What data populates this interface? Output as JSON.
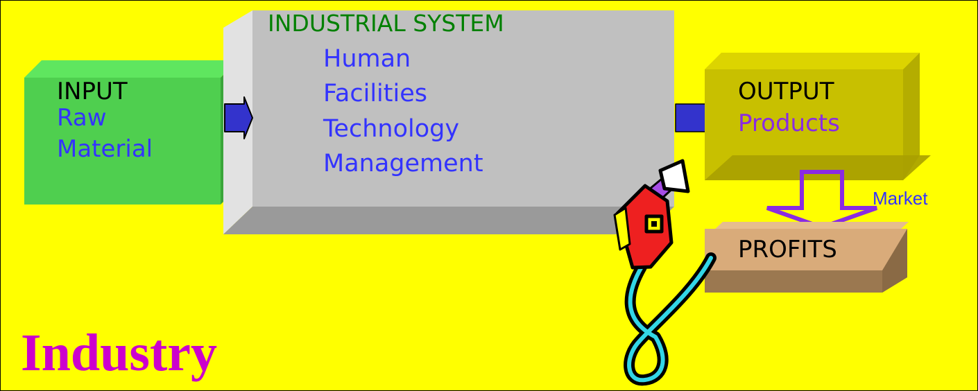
{
  "diagram": {
    "input": {
      "heading": "INPUT",
      "lines": [
        "Raw",
        "Material"
      ]
    },
    "system": {
      "heading": "INDUSTRIAL SYSTEM",
      "lines": [
        "Human",
        "Facilities",
        "Technology",
        "Management"
      ]
    },
    "output": {
      "heading": "OUTPUT",
      "line": "Products"
    },
    "market_label": "Market",
    "profits": {
      "heading": "PROFITS"
    },
    "title": "Industry"
  },
  "colors": {
    "background": "#ffff00",
    "input_front": "#4fcf4f",
    "input_top": "#5fe65f",
    "input_side": "#3aa63a",
    "system_front": "#c0c0c0",
    "system_top": "#e2e2e2",
    "system_bottom": "#9a9a9a",
    "output_front": "#c8c000",
    "output_top": "#dcd400",
    "output_bottom": "#a8a000",
    "profits_front": "#d9ab7a",
    "profits_top": "#e6bd8e",
    "profits_bottom": "#9b7850",
    "arrow_blue": "#3333cc",
    "arrow_purple": "#8a2be2",
    "heading_text": "#000000",
    "system_heading": "#008000",
    "blue_text": "#3333ff",
    "title_text": "#cc00cc"
  },
  "icons": [
    "right-arrow-icon",
    "down-arrow-icon",
    "fuel-pump-nozzle-icon"
  ]
}
